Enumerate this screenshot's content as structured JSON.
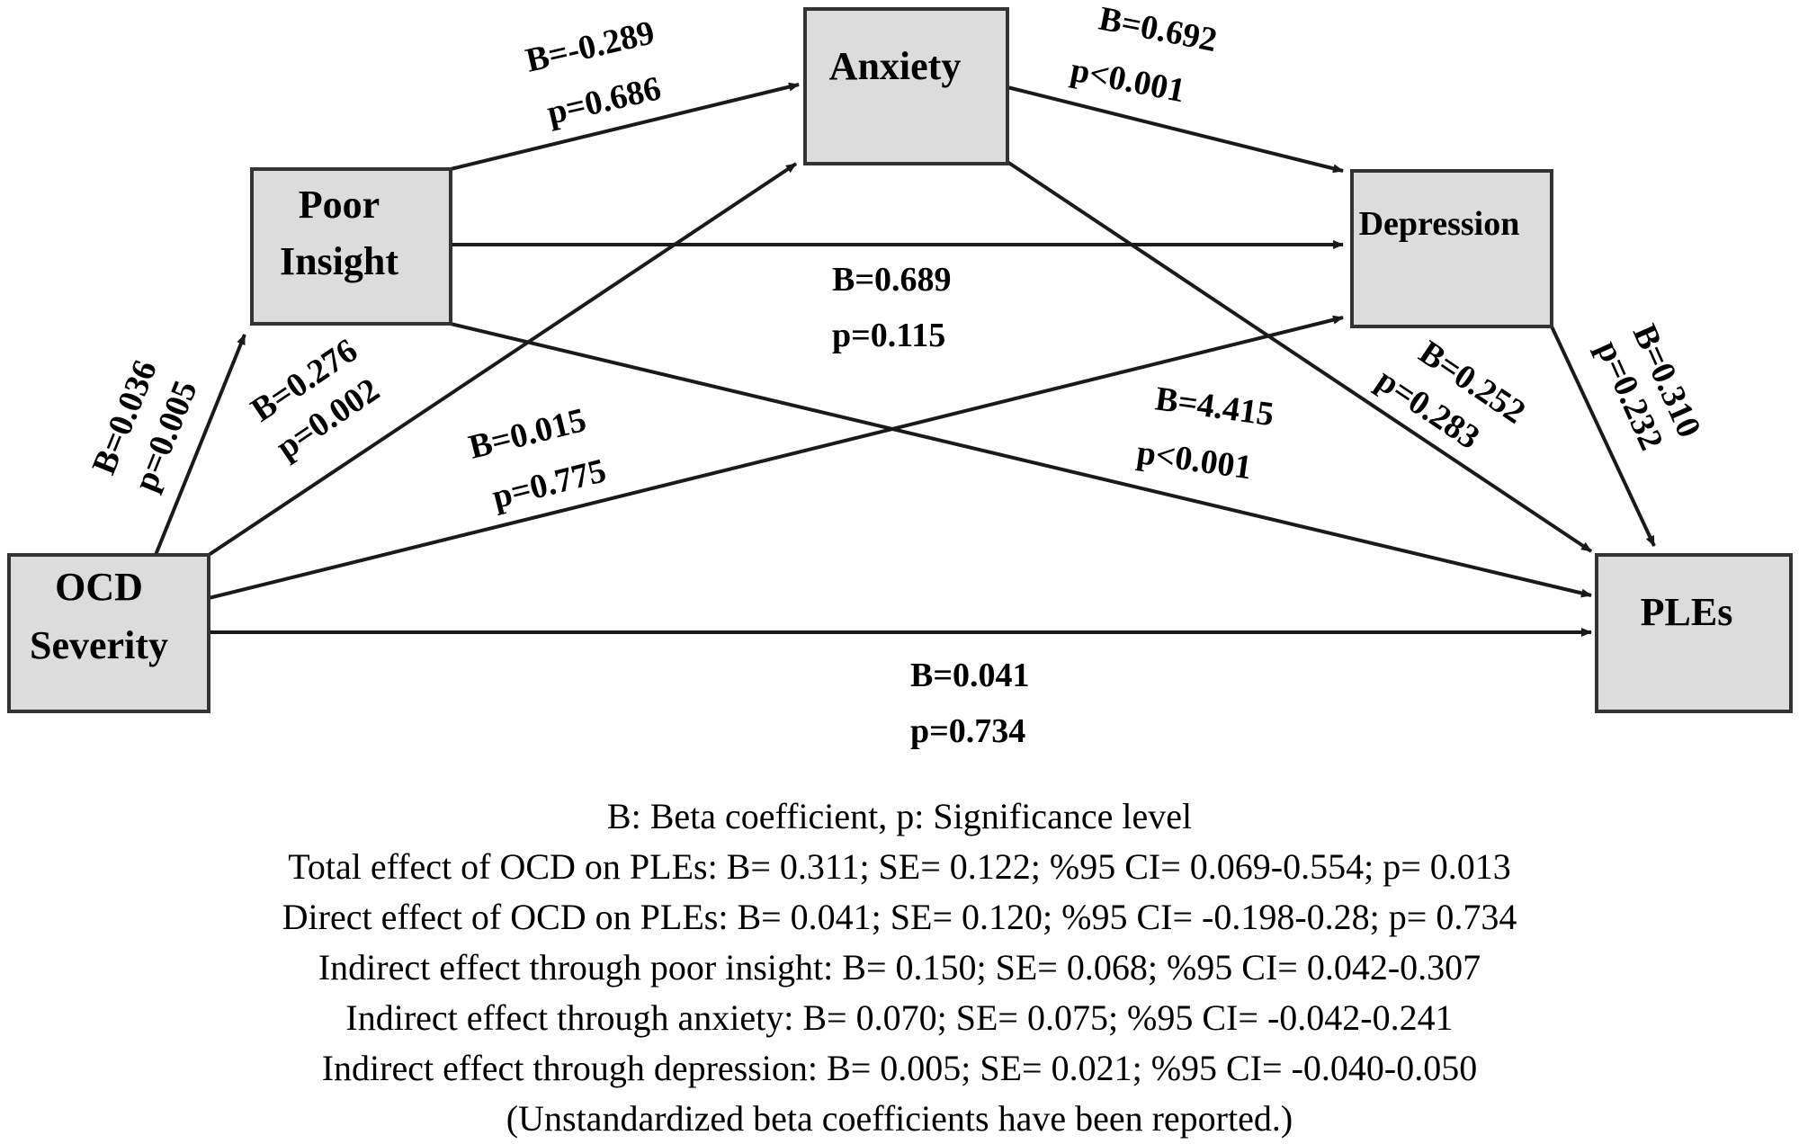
{
  "nodes": {
    "ocd": [
      "OCD",
      "Severity"
    ],
    "insight": [
      "Poor",
      "Insight"
    ],
    "anxiety": [
      "Anxiety"
    ],
    "depression": [
      "Depression"
    ],
    "ples": [
      "PLEs"
    ]
  },
  "paths": {
    "ocd_insight": {
      "b": "B=0.036",
      "p": "p=0.005"
    },
    "ocd_anxiety": {
      "b": "B=0.276",
      "p": "p=0.002"
    },
    "ocd_depression": {
      "b": "B=0.015",
      "p": "p=0.775"
    },
    "ocd_ples": {
      "b": "B=0.041",
      "p": "p=0.734"
    },
    "insight_anxiety": {
      "b": "B=-0.289",
      "p": "p=0.686"
    },
    "insight_depression": {
      "b": "B=0.689",
      "p": "p=0.115"
    },
    "insight_ples": {
      "b": "B=4.415",
      "p": "p<0.001"
    },
    "anxiety_depression": {
      "b": "B=0.692",
      "p": "p<0.001"
    },
    "anxiety_ples": {
      "b": "B=0.252",
      "p": "p=0.283"
    },
    "depression_ples": {
      "b": "B=0.310",
      "p": "p=0.232"
    }
  },
  "notes": [
    "B: Beta coefficient, p: Significance level",
    "Total effect of OCD on PLEs: B= 0.311; SE= 0.122; %95 CI= 0.069-0.554; p= 0.013",
    "Direct effect of OCD on PLEs: B= 0.041; SE= 0.120; %95 CI= -0.198-0.28; p= 0.734",
    "Indirect effect through poor insight: B= 0.150; SE= 0.068; %95 CI= 0.042-0.307",
    "Indirect effect through anxiety: B= 0.070; SE= 0.075; %95 CI= -0.042-0.241",
    "Indirect effect through depression: B= 0.005; SE= 0.021; %95 CI= -0.040-0.050",
    "(Unstandardized beta coefficients have been reported.)"
  ]
}
